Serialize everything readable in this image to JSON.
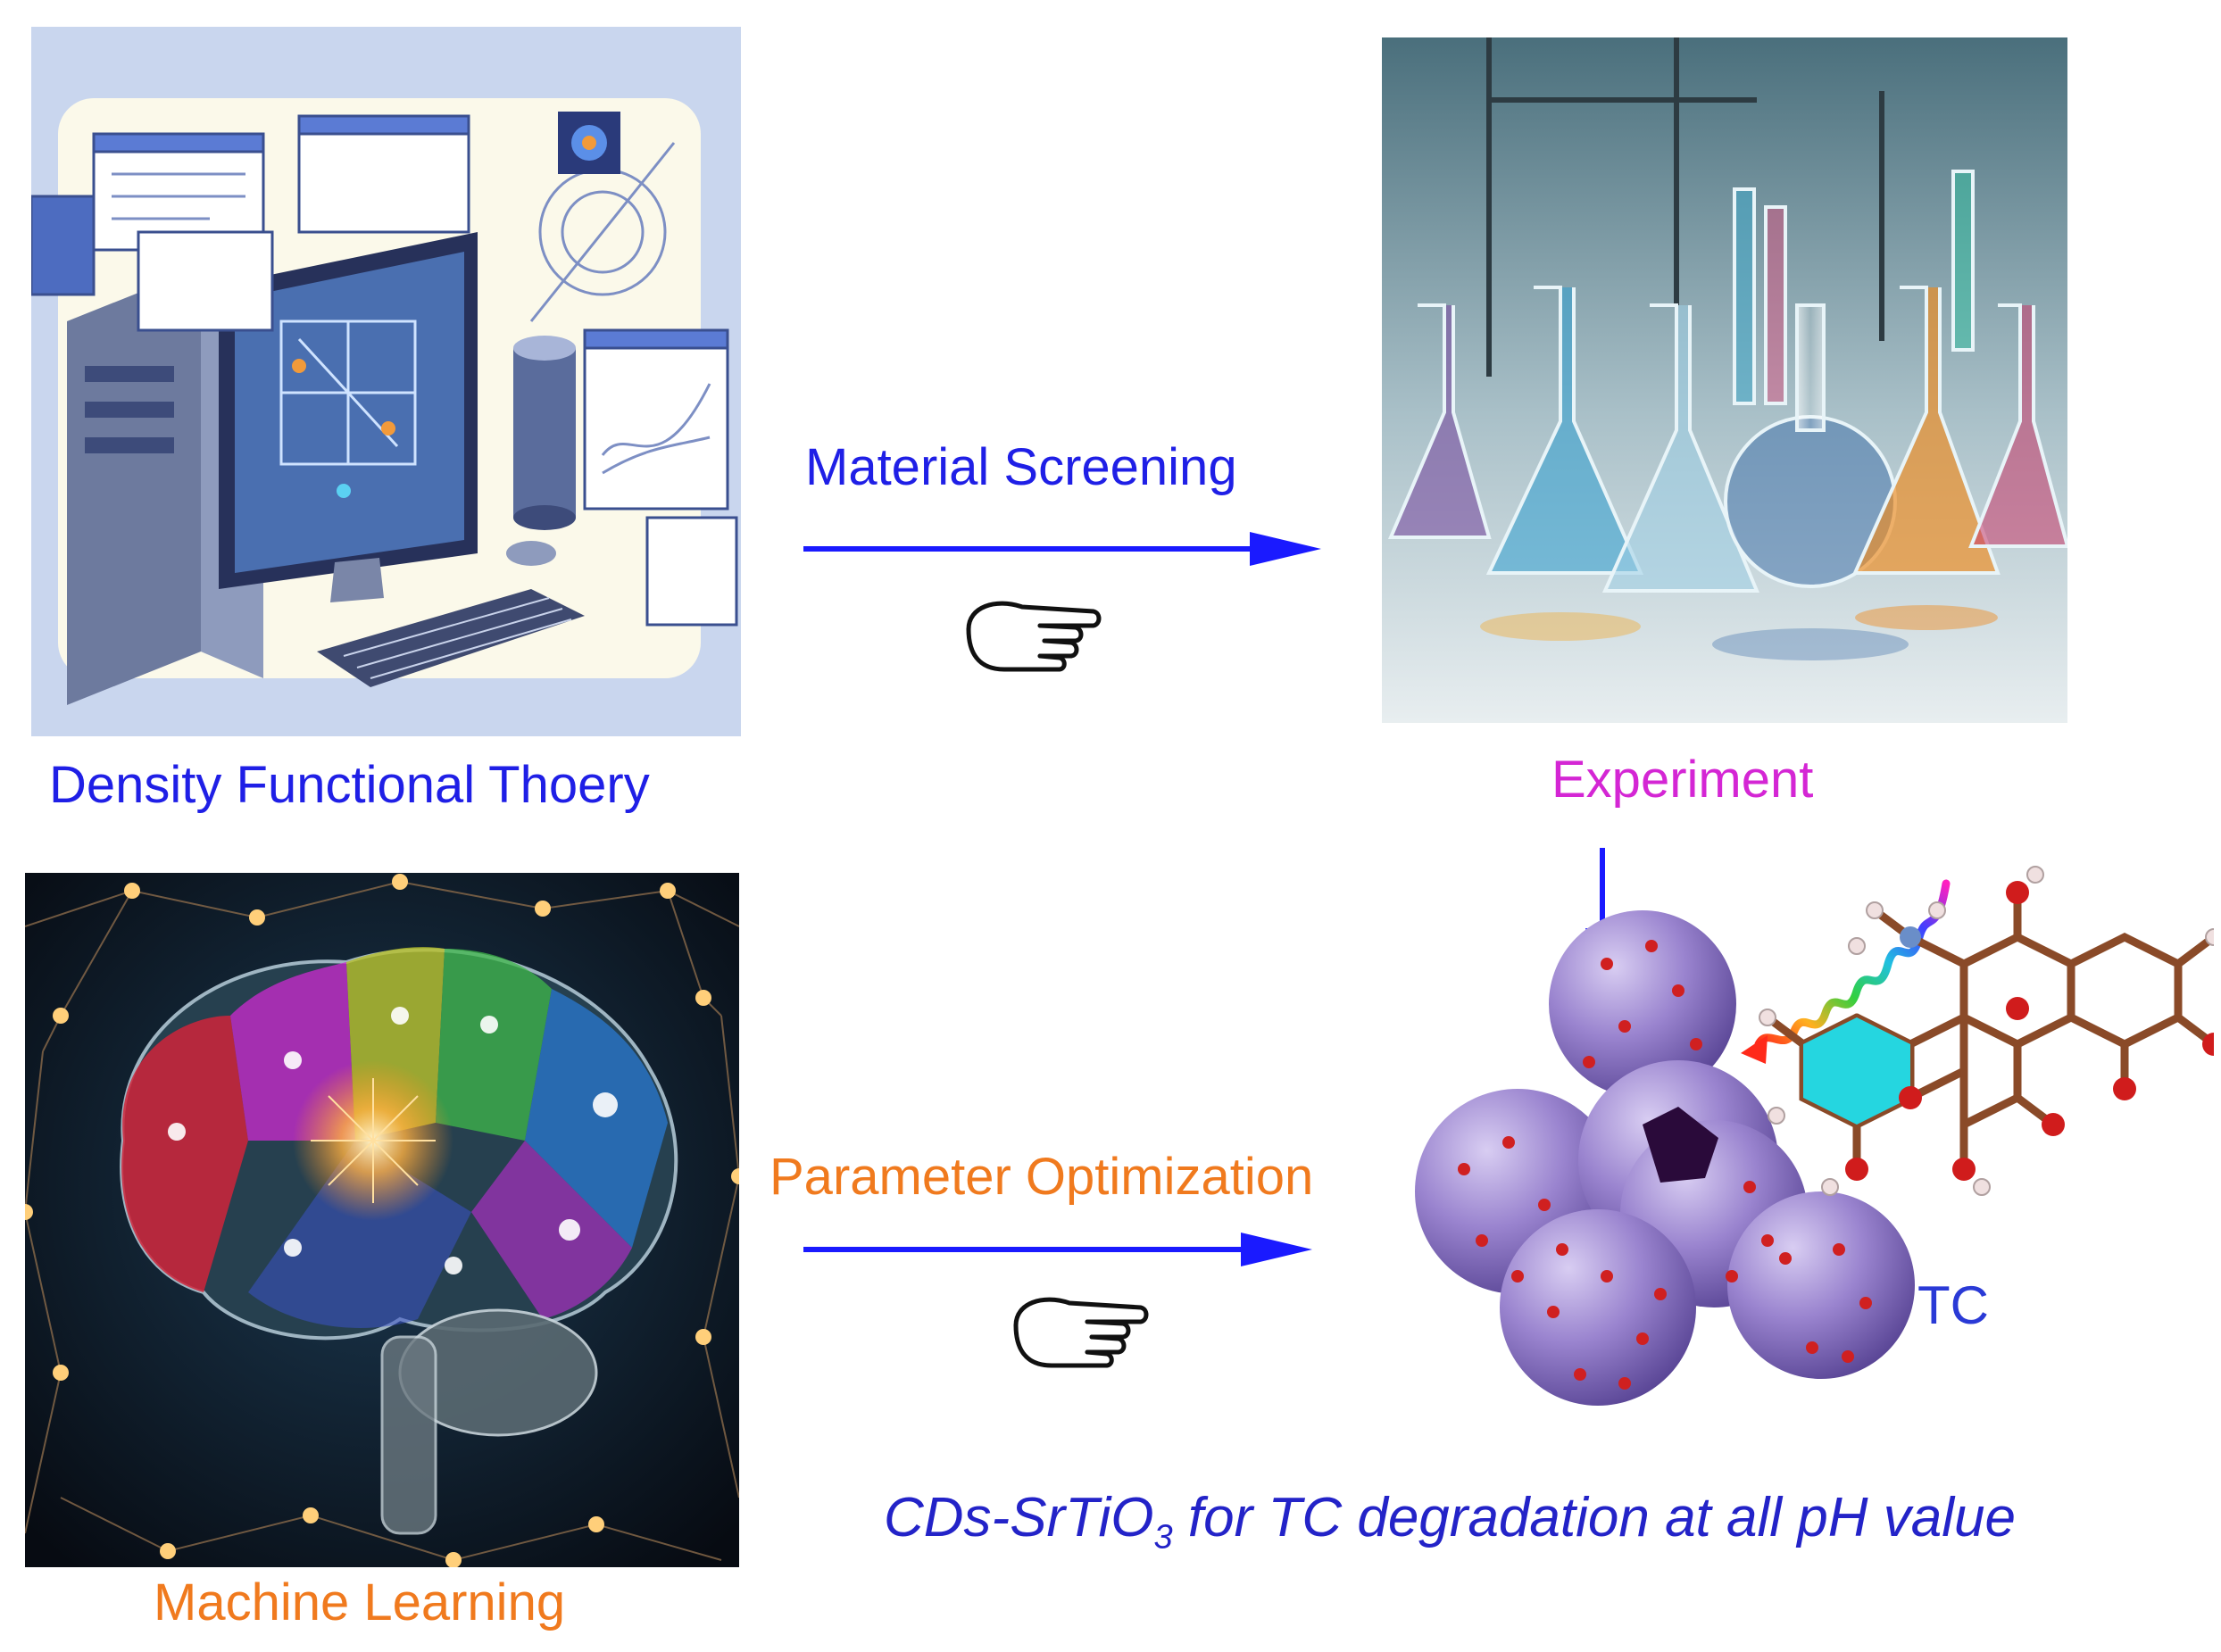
{
  "labels": {
    "dft": "Density Functional Thoery",
    "experiment": "Experiment",
    "machine_learning": "Machine Learning",
    "material_screening": "Material Screening",
    "parameter_optimization": "Parameter Optimization",
    "tc": "TC"
  },
  "caption": {
    "part1": "CDs-SrTiO",
    "subscript": "3",
    "part2": " for TC degradation at all pH value"
  },
  "colors": {
    "blue": "#1f1fe6",
    "magenta": "#d426d4",
    "orange": "#f07a1e",
    "caption": "#2323c8",
    "tc": "#2a3ad6",
    "arrow": "#1a1aff"
  },
  "icons": [
    "pointing-hand-icon",
    "light-wave-icon",
    "molecule-icon",
    "nanosphere-icon"
  ]
}
